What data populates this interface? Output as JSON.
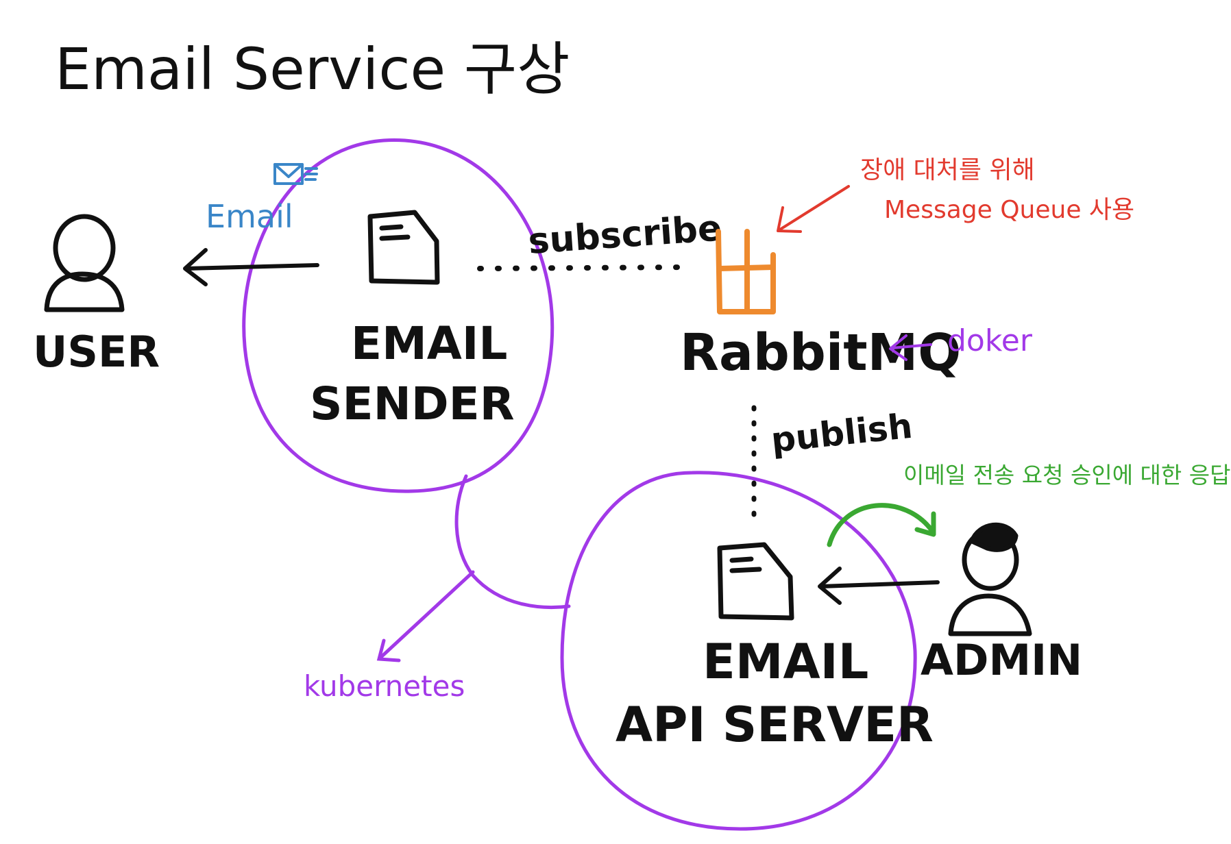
{
  "title": "Email Service 구상",
  "nodes": {
    "user": {
      "label": "USER"
    },
    "email_sender": {
      "label_line1": "EMAIL",
      "label_line2": "SENDER"
    },
    "rabbitmq": {
      "label": "RabbitMQ"
    },
    "email_api_server": {
      "label_line1": "EMAIL",
      "label_line2": "API SERVER"
    },
    "admin": {
      "label": "ADMIN"
    }
  },
  "edges": {
    "email": "Email",
    "subscribe": "subscribe",
    "publish": "publish"
  },
  "annotations": {
    "message_queue_line1": "장애 대처를 위해",
    "message_queue_line2": "Message Queue 사용",
    "docker": "doker",
    "kubernetes": "kubernetes",
    "admin_response": "이메일 전송 요청 승인에 대한 응답"
  },
  "icons": {
    "user": "person-icon",
    "admin": "person-with-cap-icon",
    "sender": "document-icon",
    "api_server": "document-icon",
    "rabbitmq": "rabbitmq-logo-icon",
    "email": "envelope-icon"
  },
  "colors": {
    "ink": "#111111",
    "cluster": "#a239e8",
    "email": "#3a86c8",
    "queue": "#ee8a2e",
    "note_red": "#e23a2e",
    "note_green": "#3aa832"
  }
}
